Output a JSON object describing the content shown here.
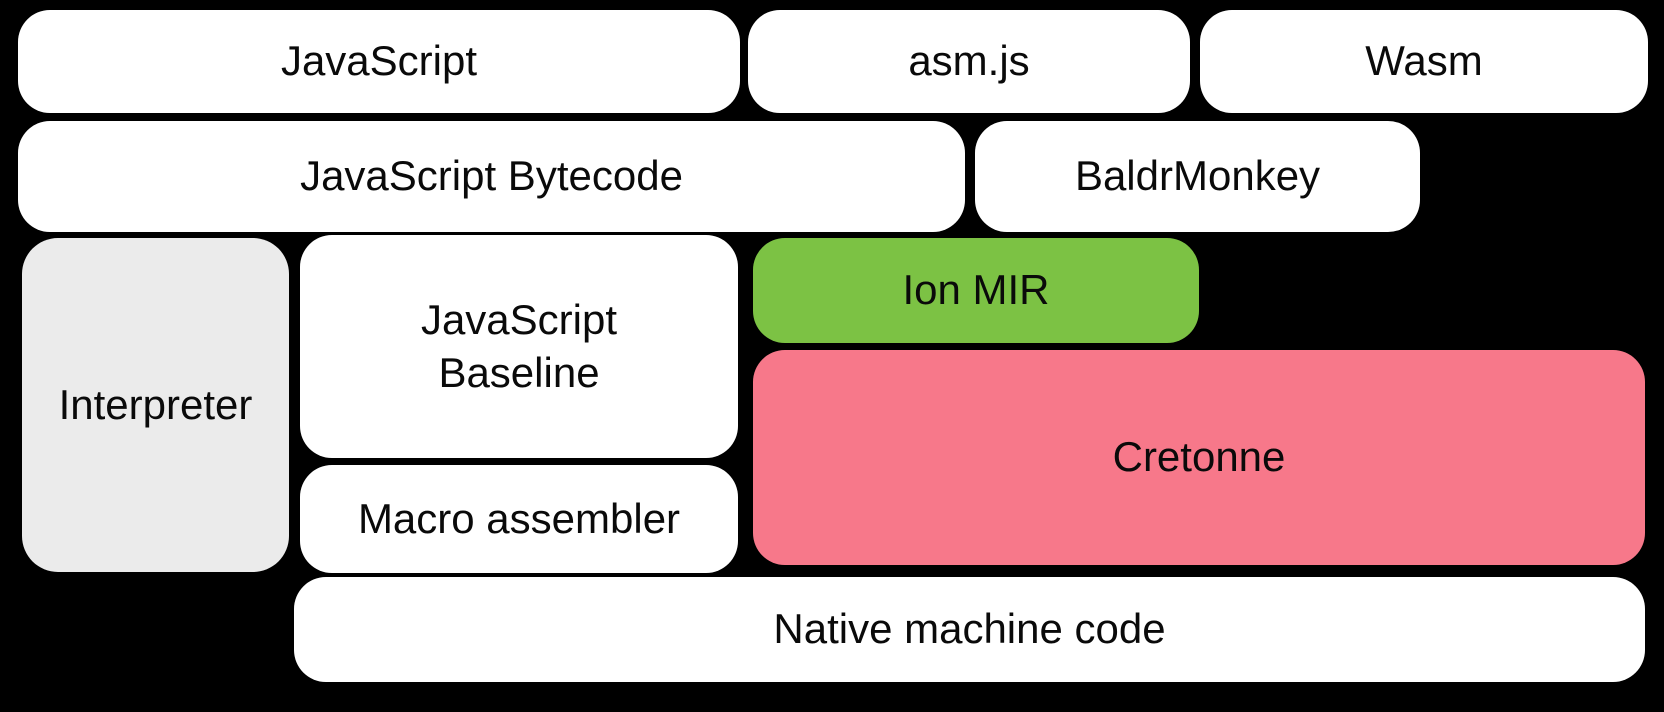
{
  "diagram": {
    "nodes": {
      "javascript": {
        "label": "JavaScript"
      },
      "asmjs": {
        "label": "asm.js"
      },
      "wasm": {
        "label": "Wasm"
      },
      "bytecode": {
        "label": "JavaScript Bytecode"
      },
      "baldrmonkey": {
        "label": "BaldrMonkey"
      },
      "interpreter": {
        "label": "Interpreter"
      },
      "baseline": {
        "label": "JavaScript\nBaseline"
      },
      "macro_assembler": {
        "label": "Macro assembler"
      },
      "ion_mir": {
        "label": "Ion MIR"
      },
      "cretonne": {
        "label": "Cretonne"
      },
      "native_code": {
        "label": "Native machine code"
      }
    },
    "colors": {
      "background": "#000000",
      "box_default": "#ffffff",
      "box_interpreter": "#ebebeb",
      "box_ion_mir": "#7cc244",
      "box_cretonne": "#f7788a",
      "text": "#0a0a0a"
    }
  }
}
